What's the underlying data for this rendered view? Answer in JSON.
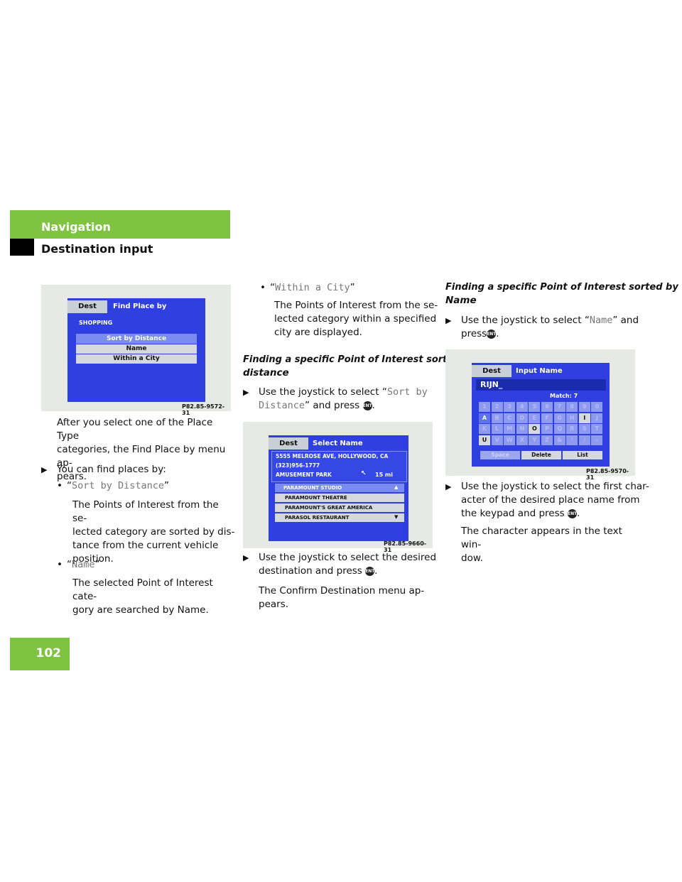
{
  "header": {
    "title": "Navigation",
    "subtitle": "Destination input"
  },
  "page_number": "102",
  "col1": {
    "shot": {
      "tab_dest": "Dest",
      "tab_title": "Find Place by",
      "category": "SHOPPING",
      "menu": [
        "Sort by Distance",
        "Name",
        "Within a City"
      ],
      "caption": "P82.85-9572-31"
    },
    "p1_l1": "After you select one of the Place Type",
    "p1_l2": "categories, the Find Place by menu ap-",
    "p1_l3": "pears.",
    "bullet_arrow": "You can find places by:",
    "item1_label": "Sort by Distance",
    "item1_l1": "The Points of Interest from the se-",
    "item1_l2": "lected category are sorted by dis-",
    "item1_l3": "tance from the current vehicle",
    "item1_l4": "position.",
    "item2_label": "Name",
    "item2_l1": "The selected Point of Interest cate-",
    "item2_l2": "gory are searched by Name."
  },
  "col2": {
    "item3_label": "Within a City",
    "item3_l1": "The Points of Interest from the se-",
    "item3_l2": "lected category within a specified",
    "item3_l3": "city are displayed.",
    "heading_l1": "Finding a specific Point of Interest sorted by",
    "heading_l2": "distance",
    "step1_pre": "Use the joystick to select “",
    "step1_mono1": "Sort by",
    "step1_mono2": "Distance",
    "step1_post": "” and press",
    "shot": {
      "tab_dest": "Dest",
      "tab_title": "Select Name",
      "addr1": "5555 MELROSE AVE, HOLLYWOOD, CA",
      "addr2": "(323)956-1777",
      "addr3": "AMUSEMENT PARK",
      "distance": "15 mi",
      "list": [
        "PARAMOUNT STUDIO",
        "PARAMOUNT THEATRE",
        "PARAMOUNT'S GREAT AMERICA",
        "PARASOL RESTAURANT"
      ],
      "caption": "P82.85-9660-31"
    },
    "step2_l1": "Use the joystick to select the desired",
    "step2_l2": "destination and press",
    "p2_l1": "The Confirm Destination menu ap-",
    "p2_l2": "pears."
  },
  "col3": {
    "heading_l1": "Finding a specific Point of Interest sorted by",
    "heading_l2": "Name",
    "step1_pre": "Use the joystick to select “",
    "step1_mono": "Name",
    "step1_post": "” and",
    "step1_l2": "press",
    "shot": {
      "tab_dest": "Dest",
      "tab_title": "Input Name",
      "input_value": "RIJN_",
      "match": "Match: 7",
      "keys_row1": [
        "1",
        "2",
        "3",
        "4",
        "5",
        "6",
        "7",
        "8",
        "9",
        "0"
      ],
      "keys_row2": [
        "A",
        "B",
        "C",
        "D",
        "E",
        "F",
        "G",
        "H",
        "I",
        "J"
      ],
      "keys_row3": [
        "K",
        "L",
        "M",
        "N",
        "O",
        "P",
        "Q",
        "R",
        "S",
        "T"
      ],
      "keys_row4": [
        "U",
        "V",
        "W",
        "X",
        "Y",
        "Z",
        "&",
        "'",
        "/",
        "-"
      ],
      "btn_space": "Space",
      "btn_delete": "Delete",
      "btn_list": "List",
      "caption": "P82.85-9570-31"
    },
    "step2_l1": "Use the joystick to select the first char-",
    "step2_l2": "acter of the desired place name from",
    "step2_l3": "the keypad and press",
    "p3_l1": "The character appears in the text win-",
    "p3_l2": "dow."
  },
  "icons": {
    "arrow": "triangle-right-icon",
    "bullet": "bullet-icon",
    "enter": "ent-button-icon"
  },
  "colors": {
    "accent": "#7ec440",
    "screen_blue": "#2f3fe0",
    "text_gray": "#777777"
  }
}
